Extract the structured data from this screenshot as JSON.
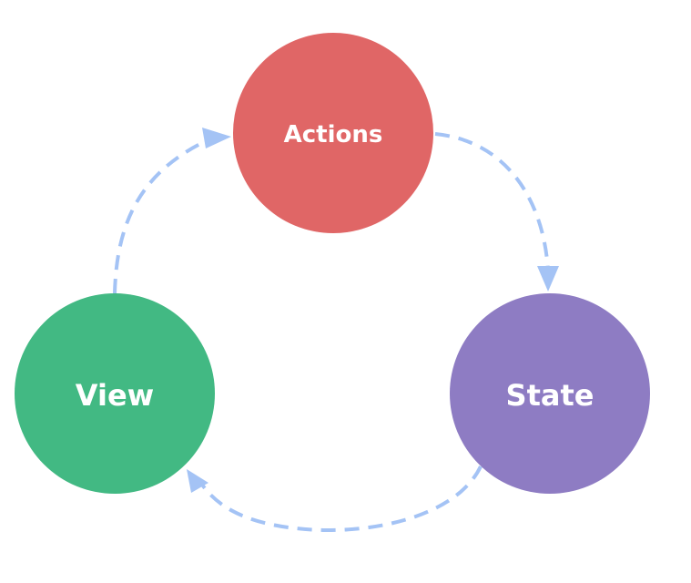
{
  "nodes": {
    "actions": {
      "label": "Actions",
      "color": "#e06666"
    },
    "state": {
      "label": "State",
      "color": "#8e7cc3"
    },
    "view": {
      "label": "View",
      "color": "#42b983"
    }
  },
  "edges": [
    {
      "from": "actions",
      "to": "state"
    },
    {
      "from": "state",
      "to": "view"
    },
    {
      "from": "view",
      "to": "actions"
    }
  ],
  "colors": {
    "edge": "#a4c3f5",
    "label": "#ffffff",
    "background": "#ffffff"
  }
}
